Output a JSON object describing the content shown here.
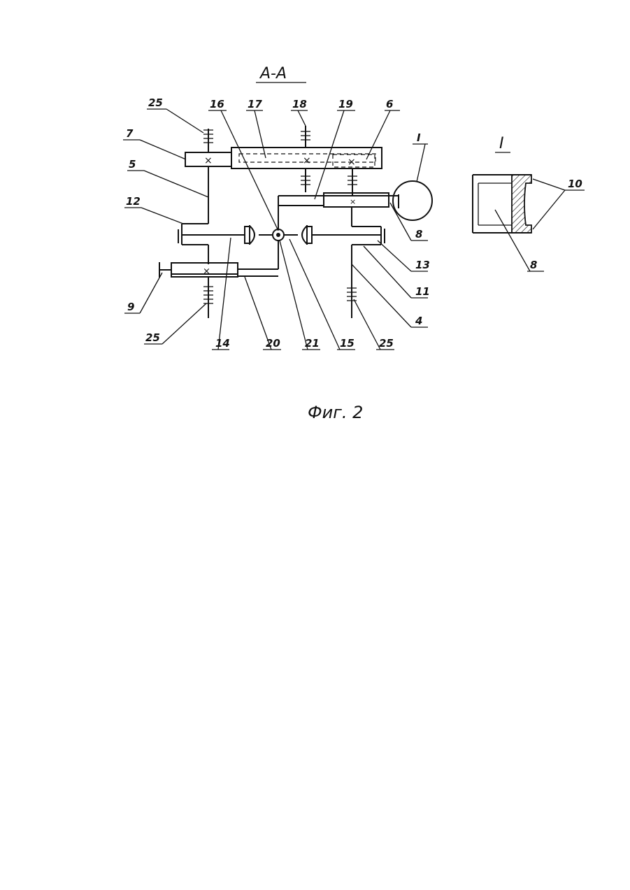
{
  "section_title": "А-А",
  "detail_title": "I",
  "detail_ref": "I",
  "caption": "Фиг. 2",
  "labels": {
    "l25a": "25",
    "l16": "16",
    "l17": "17",
    "l18": "18",
    "l19": "19",
    "l6": "6",
    "l7": "7",
    "l5": "5",
    "l12": "12",
    "l8": "8",
    "l13": "13",
    "l11": "11",
    "l4": "4",
    "l9": "9",
    "l25b": "25",
    "l14": "14",
    "l20": "20",
    "l21": "21",
    "l15": "15",
    "l25c": "25",
    "l10": "10",
    "l8d": "8"
  }
}
